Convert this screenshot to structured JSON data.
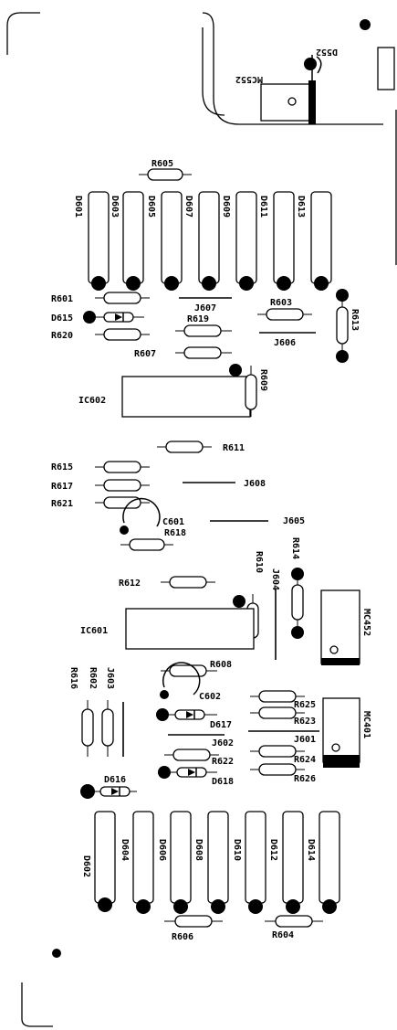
{
  "diagram": {
    "labels": {
      "d552": "D552",
      "mc552": "MC552",
      "r605": "R605",
      "d601": "D601",
      "d603": "D603",
      "d605": "D605",
      "d607": "D607",
      "d609": "D609",
      "d611": "D611",
      "d613": "D613",
      "r601": "R601",
      "d615": "D615",
      "r620": "R620",
      "j607": "J607",
      "r619": "R619",
      "r603": "R603",
      "r613": "R613",
      "j606": "J606",
      "r607": "R607",
      "ic602": "IC602",
      "r609": "R609",
      "r611": "R611",
      "r615": "R615",
      "r617": "R617",
      "j608": "J608",
      "r621": "R621",
      "c601": "C601",
      "r618": "R618",
      "j605": "J605",
      "r612": "R612",
      "r610": "R610",
      "r614": "R614",
      "j604": "J604",
      "mc452": "MC452",
      "ic601": "IC601",
      "r608": "R608",
      "r616": "R616",
      "r602": "R602",
      "j603": "J603",
      "c602": "C602",
      "r625": "R625",
      "d617": "D617",
      "r623": "R623",
      "mc401": "MC401",
      "j602": "J602",
      "j601": "J601",
      "r622": "R622",
      "r624": "R624",
      "d618": "D618",
      "r626": "R626",
      "d616": "D616",
      "d602": "D602",
      "d604": "D604",
      "d606": "D606",
      "d608": "D608",
      "d610": "D610",
      "d612": "D612",
      "d614": "D614",
      "r606": "R606",
      "r604": "R604"
    },
    "colors": {
      "ink": "#000000",
      "paper": "#ffffff"
    }
  }
}
